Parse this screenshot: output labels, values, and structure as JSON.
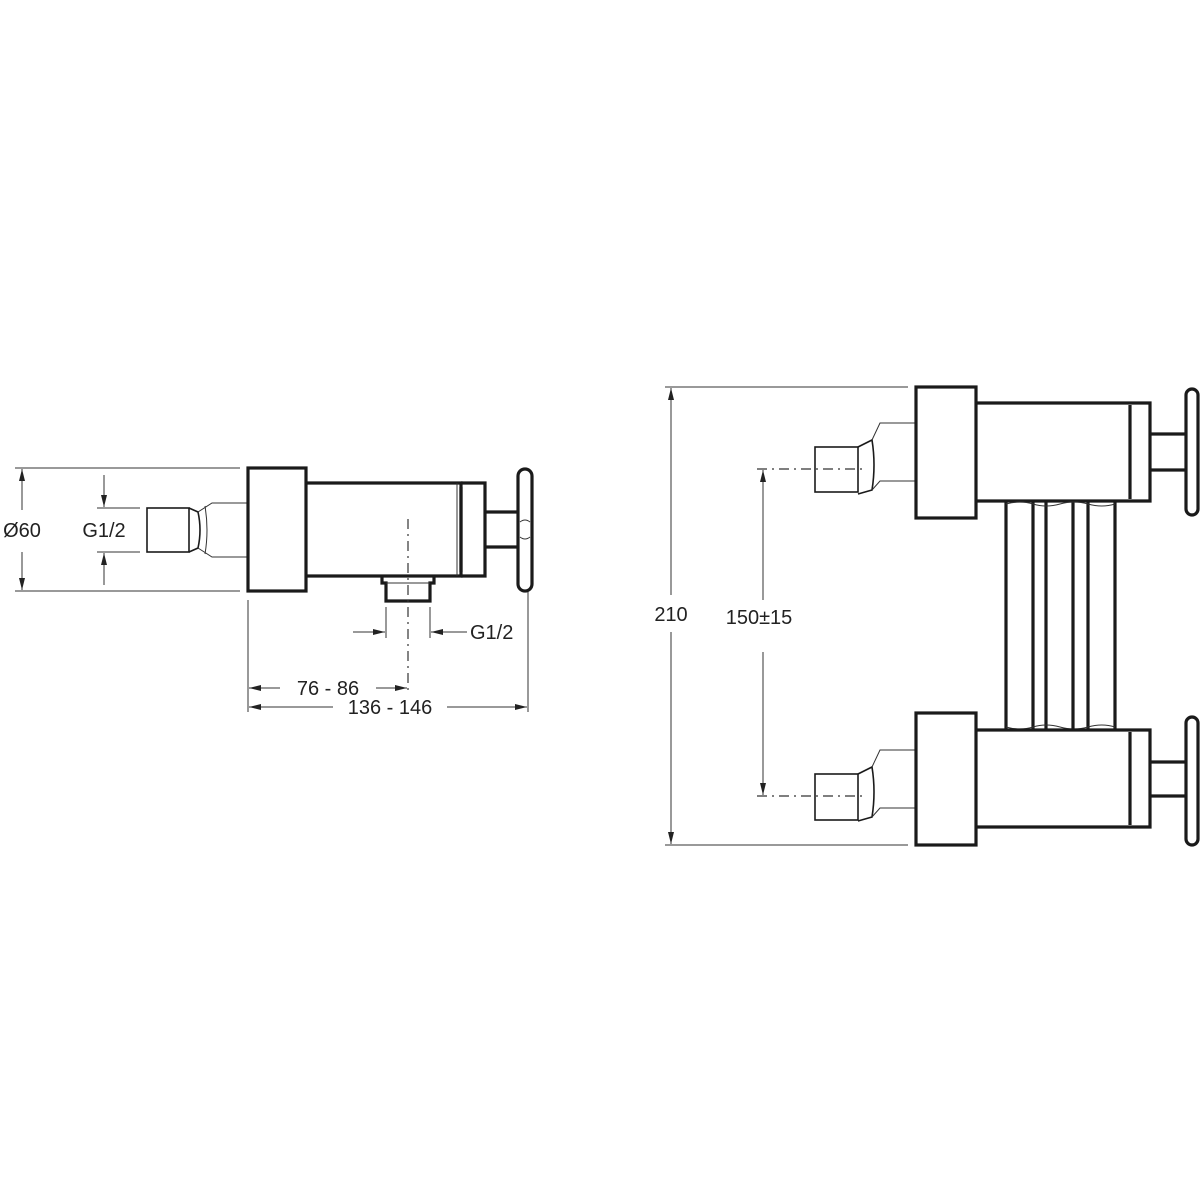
{
  "side_view": {
    "diameter_label": "Ø60",
    "inlet_thread_label": "G1/2",
    "outlet_thread_label": "G1/2",
    "outlet_offset_label": "76 - 86",
    "overall_depth_label": "136 - 146"
  },
  "top_view": {
    "overall_height_label": "210",
    "inlet_spacing_label": "150±15"
  }
}
